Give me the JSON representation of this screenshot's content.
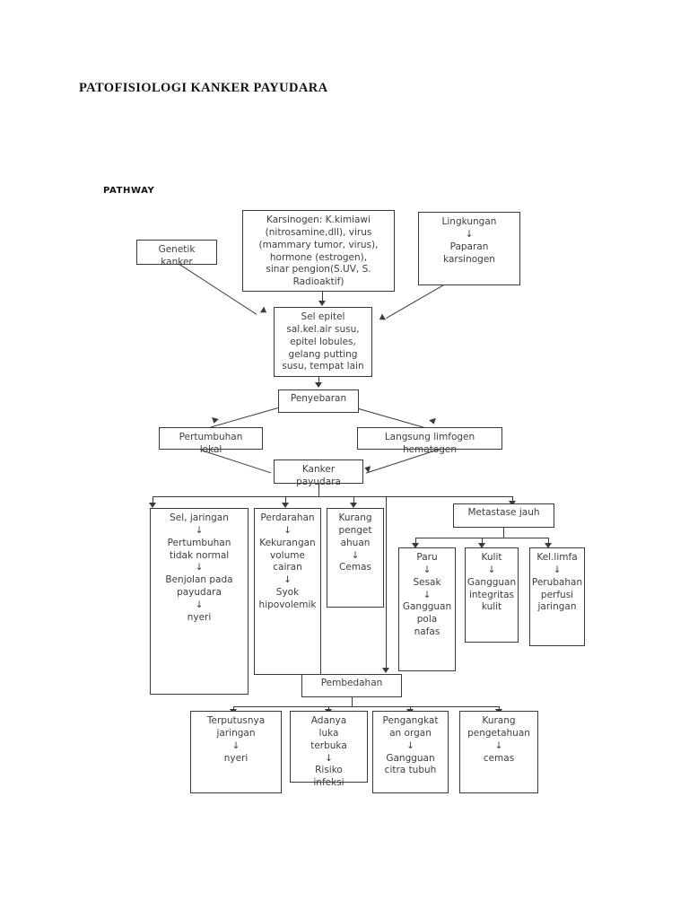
{
  "document": {
    "title": "PATOFISIOLOGI KANKER PAYUDARA",
    "section_label": "PATHWAY"
  },
  "diagram": {
    "type": "flowchart",
    "orientation": "top-to-bottom",
    "arrow_glyph": "↓",
    "line_color": "#3a3a3a",
    "box_fill": "#ffffff",
    "nodes": {
      "genetik": "Genetik\nkanker",
      "karsinogen": "Karsinogen: K.kimiawi\n(nitrosamine,dll), virus\n(mammary tumor, virus),\nhormone (estrogen),\nsinar pengion(S.UV, S.\nRadioaktif)",
      "lingkungan": "Lingkungan\n↓\nPaparan\nkarsinogen",
      "sel_epitel": "Sel epitel\nsal.kel.air susu,\nepitel lobules,\ngelang putting\nsusu, tempat lain",
      "penyebaran": "Penyebaran",
      "pertumbuhan_lokal": "Pertumbuhan\nlokal",
      "langsung_limfogen": "Langsung limfogen\nhematogen",
      "kanker_payudara": "Kanker\npayudara",
      "sel_jaringan": "Sel, jaringan\n↓\nPertumbuhan\ntidak normal\n↓\nBenjolan pada\npayudara\n↓\nnyeri",
      "perdarahan": "Perdarahan\n↓\nKekurangan volume\ncairan\n↓\nSyok\nhipovolemik",
      "kurang_pengetahuan": "Kurang\npenget\nahuan\n↓\nCemas",
      "metastase_jauh": "Metastase jauh",
      "paru": "Paru\n↓\nSesak\n↓\nGangguan pola\nnafas",
      "kulit": "Kulit\n↓\nGangguan\nintegritas kulit",
      "kel_limfa": "Kel.limfa\n↓\nPerubahan\nperfusi\njaringan",
      "pembedahan": "Pembedahan",
      "terputusnya_jaringan": "Terputusnya\njaringan\n↓\nnyeri",
      "adanya_luka": "Adanya\nluka\nterbuka\n↓\nRisiko\ninfeksi",
      "pengangkatan_organ": "Pengangkat\nan organ\n↓\nGangguan\ncitra tubuh",
      "kurang_pengetahuan_2": "Kurang\npengetahuan\n↓\ncemas"
    }
  }
}
